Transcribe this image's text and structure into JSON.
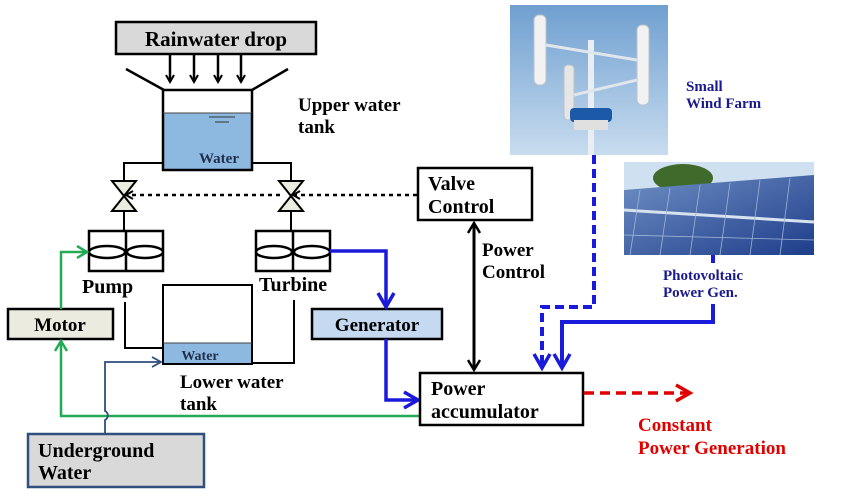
{
  "rainwater": "Rainwater drop",
  "upper_tank": {
    "line1": "Upper water",
    "line2": "tank",
    "water": "Water"
  },
  "lower_tank": {
    "line1": "Lower water",
    "line2": "tank",
    "water": "Water"
  },
  "pump": "Pump",
  "turbine": "Turbine",
  "motor": "Motor",
  "generator": "Generator",
  "underground": {
    "line1": "Underground",
    "line2": "Water"
  },
  "valve_control": {
    "line1": "Valve",
    "line2": "Control"
  },
  "power_control": {
    "line1": "Power",
    "line2": "Control"
  },
  "power_accumulator": {
    "line1": "Power",
    "line2": "accumulator"
  },
  "wind": {
    "line1": "Small",
    "line2": "Wind Farm"
  },
  "pv": {
    "line1": "Photovoltaic",
    "line2": "Power Gen."
  },
  "output": {
    "line1": "Constant",
    "line2": "Power Generation"
  },
  "colors": {
    "water": "#8db8df",
    "green_flow": "#22aa55",
    "blue_flow": "#1a1adb",
    "navy_text": "#1a1a8c",
    "red_output": "#e00000",
    "generator_fill": "#c5d9f1",
    "motor_fill": "#ecebdf",
    "gray_fill": "#d9d9d9"
  }
}
